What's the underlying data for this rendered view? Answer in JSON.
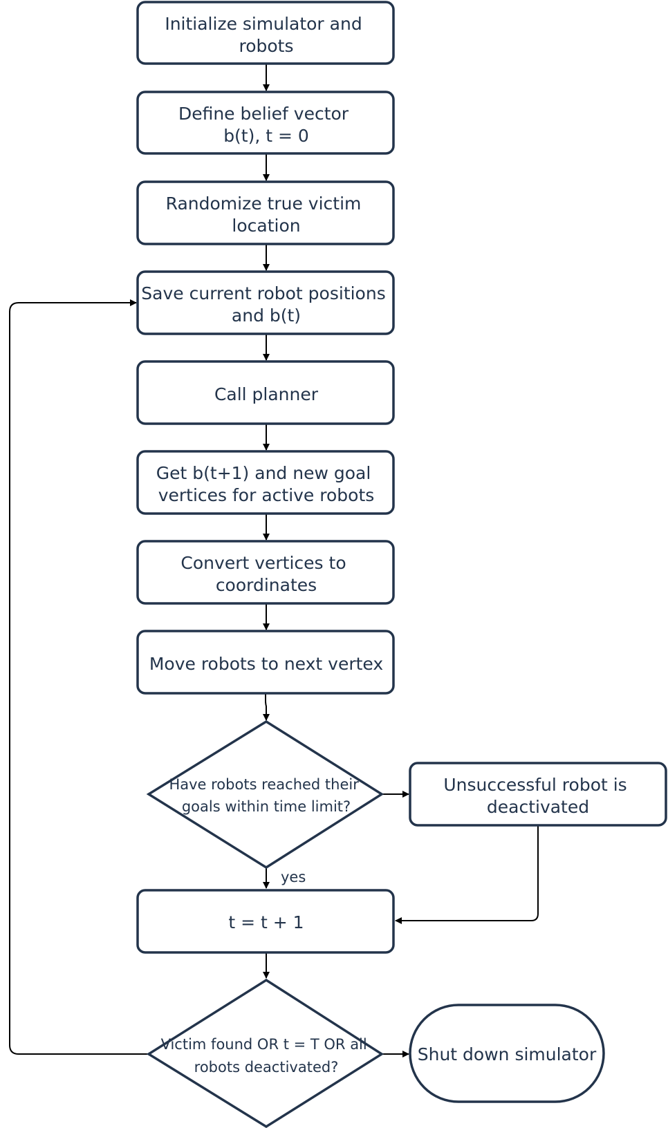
{
  "nodes": {
    "init": {
      "lines": [
        "Initialize simulator and",
        "robots"
      ]
    },
    "belief": {
      "lines": [
        "Define belief vector",
        "b(t), t = 0"
      ]
    },
    "randomize": {
      "lines": [
        "Randomize true victim",
        "location"
      ]
    },
    "save": {
      "lines": [
        "Save current robot positions",
        "and b(t)"
      ]
    },
    "planner": {
      "lines": [
        "Call planner"
      ]
    },
    "get_goals": {
      "lines": [
        "Get b(t+1) and new goal",
        "vertices for active robots"
      ]
    },
    "convert": {
      "lines": [
        "Convert vertices to",
        "coordinates"
      ]
    },
    "move": {
      "lines": [
        "Move robots to next vertex"
      ]
    },
    "reached": {
      "lines": [
        "Have robots reached their",
        "goals within time limit?"
      ]
    },
    "deactivate": {
      "lines": [
        "Unsuccessful robot is",
        "deactivated"
      ]
    },
    "increment": {
      "lines": [
        "t = t + 1"
      ]
    },
    "check_end": {
      "lines": [
        "Victim found OR t = T OR all",
        "robots deactivated?"
      ]
    },
    "shutdown": {
      "lines": [
        "Shut down simulator"
      ]
    }
  },
  "edge_labels": {
    "yes": "yes"
  },
  "colors": {
    "node_stroke": "#23344b",
    "node_text": "#23344b",
    "node_fill": "#ffffff",
    "edge": "#000000"
  }
}
